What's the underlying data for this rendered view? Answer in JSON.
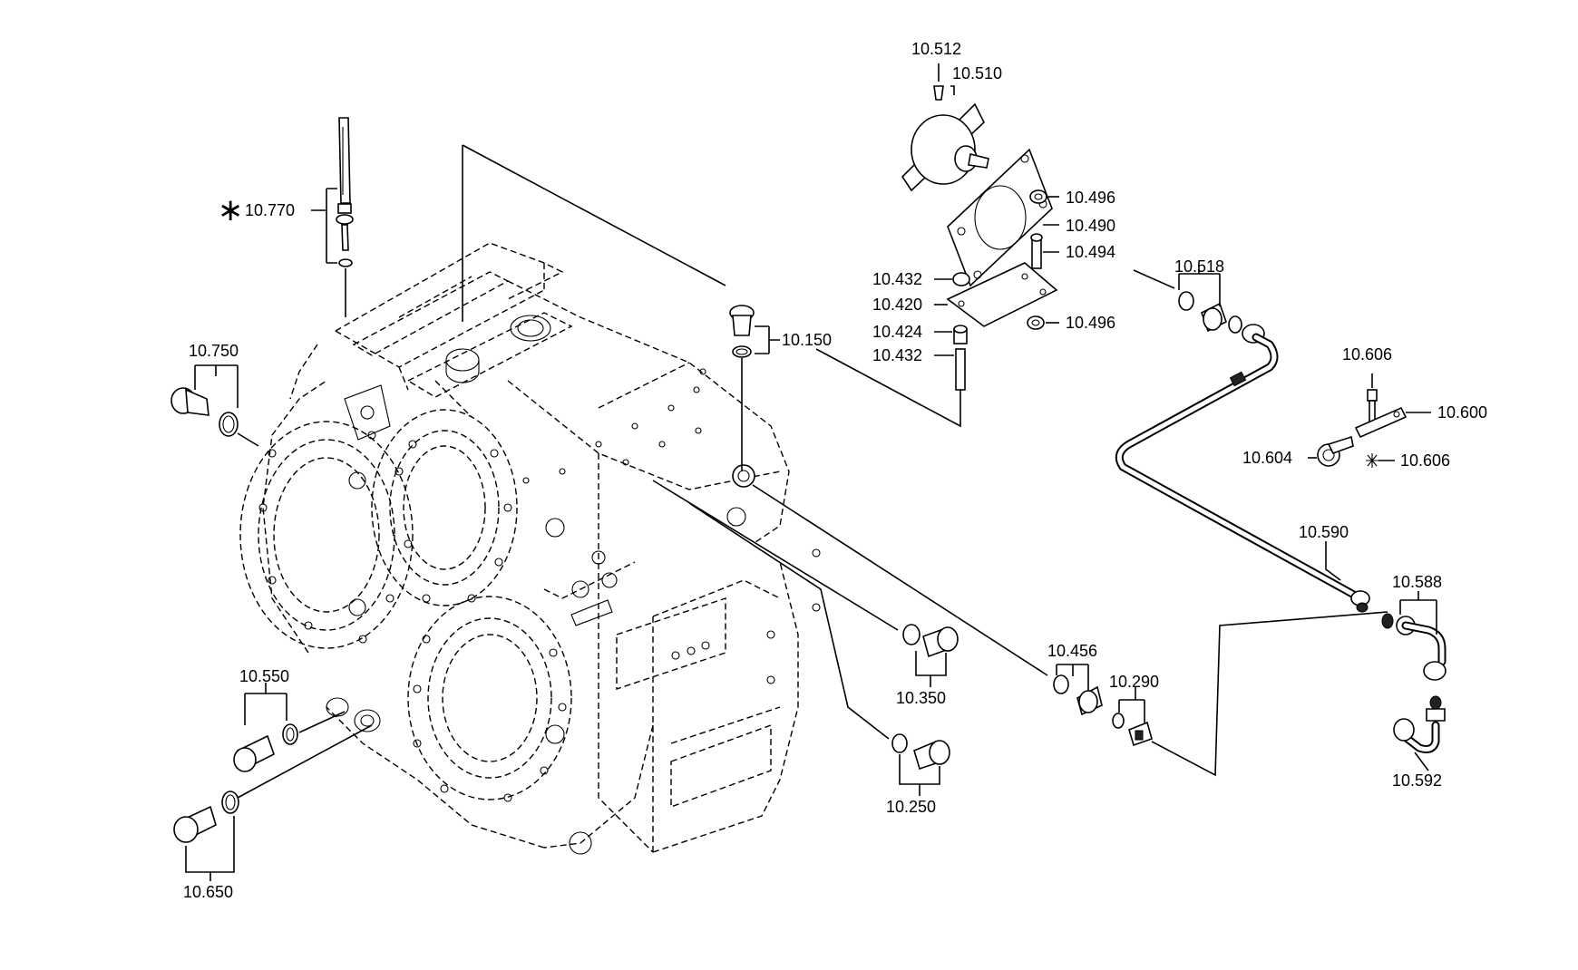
{
  "labels": {
    "p10_770": "10.770",
    "p10_750": "10.750",
    "p10_550": "10.550",
    "p10_650": "10.650",
    "p10_150": "10.150",
    "p10_350": "10.350",
    "p10_250": "10.250",
    "p10_456": "10.456",
    "p10_290": "10.290",
    "p10_512": "10.512",
    "p10_510": "10.510",
    "p10_496a": "10.496",
    "p10_490": "10.490",
    "p10_494": "10.494",
    "p10_432a": "10.432",
    "p10_420": "10.420",
    "p10_424": "10.424",
    "p10_432b": "10.432",
    "p10_496b": "10.496",
    "p10_518": "10.518",
    "p10_606a": "10.606",
    "p10_600": "10.600",
    "p10_604": "10.604",
    "p10_606b": "10.606",
    "p10_590": "10.590",
    "p10_588": "10.588",
    "p10_592": "10.592"
  },
  "marker": "∗"
}
